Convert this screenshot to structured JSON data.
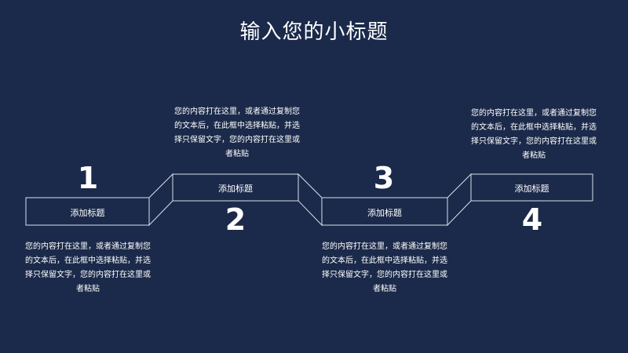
{
  "title": "输入您的小标题",
  "steps": [
    {
      "number": "1",
      "label": "添加标题",
      "text": "您的内容打在这里，或者通过复制您的文本后，在此框中选择粘贴，并选择只保留文字，您的内容打在这里或者粘贴"
    },
    {
      "number": "2",
      "label": "添加标题",
      "text": "您的内容打在这里，或者通过复制您的文本后，在此框中选择粘贴，并选择只保留文字，您的内容打在这里或者粘贴"
    },
    {
      "number": "3",
      "label": "添加标题",
      "text": "您的内容打在这里，或者通过复制您的文本后，在此框中选择粘贴，并选择只保留文字，您的内容打在这里或者粘贴"
    },
    {
      "number": "4",
      "label": "添加标题",
      "text": "您的内容打在这里，或者通过复制您的文本后，在此框中选择粘贴，并选择只保留文字，您的内容打在这里或者粘贴"
    }
  ],
  "colors": {
    "background": "#1b2a4a",
    "line": "#d8deea",
    "text": "#ffffff"
  }
}
